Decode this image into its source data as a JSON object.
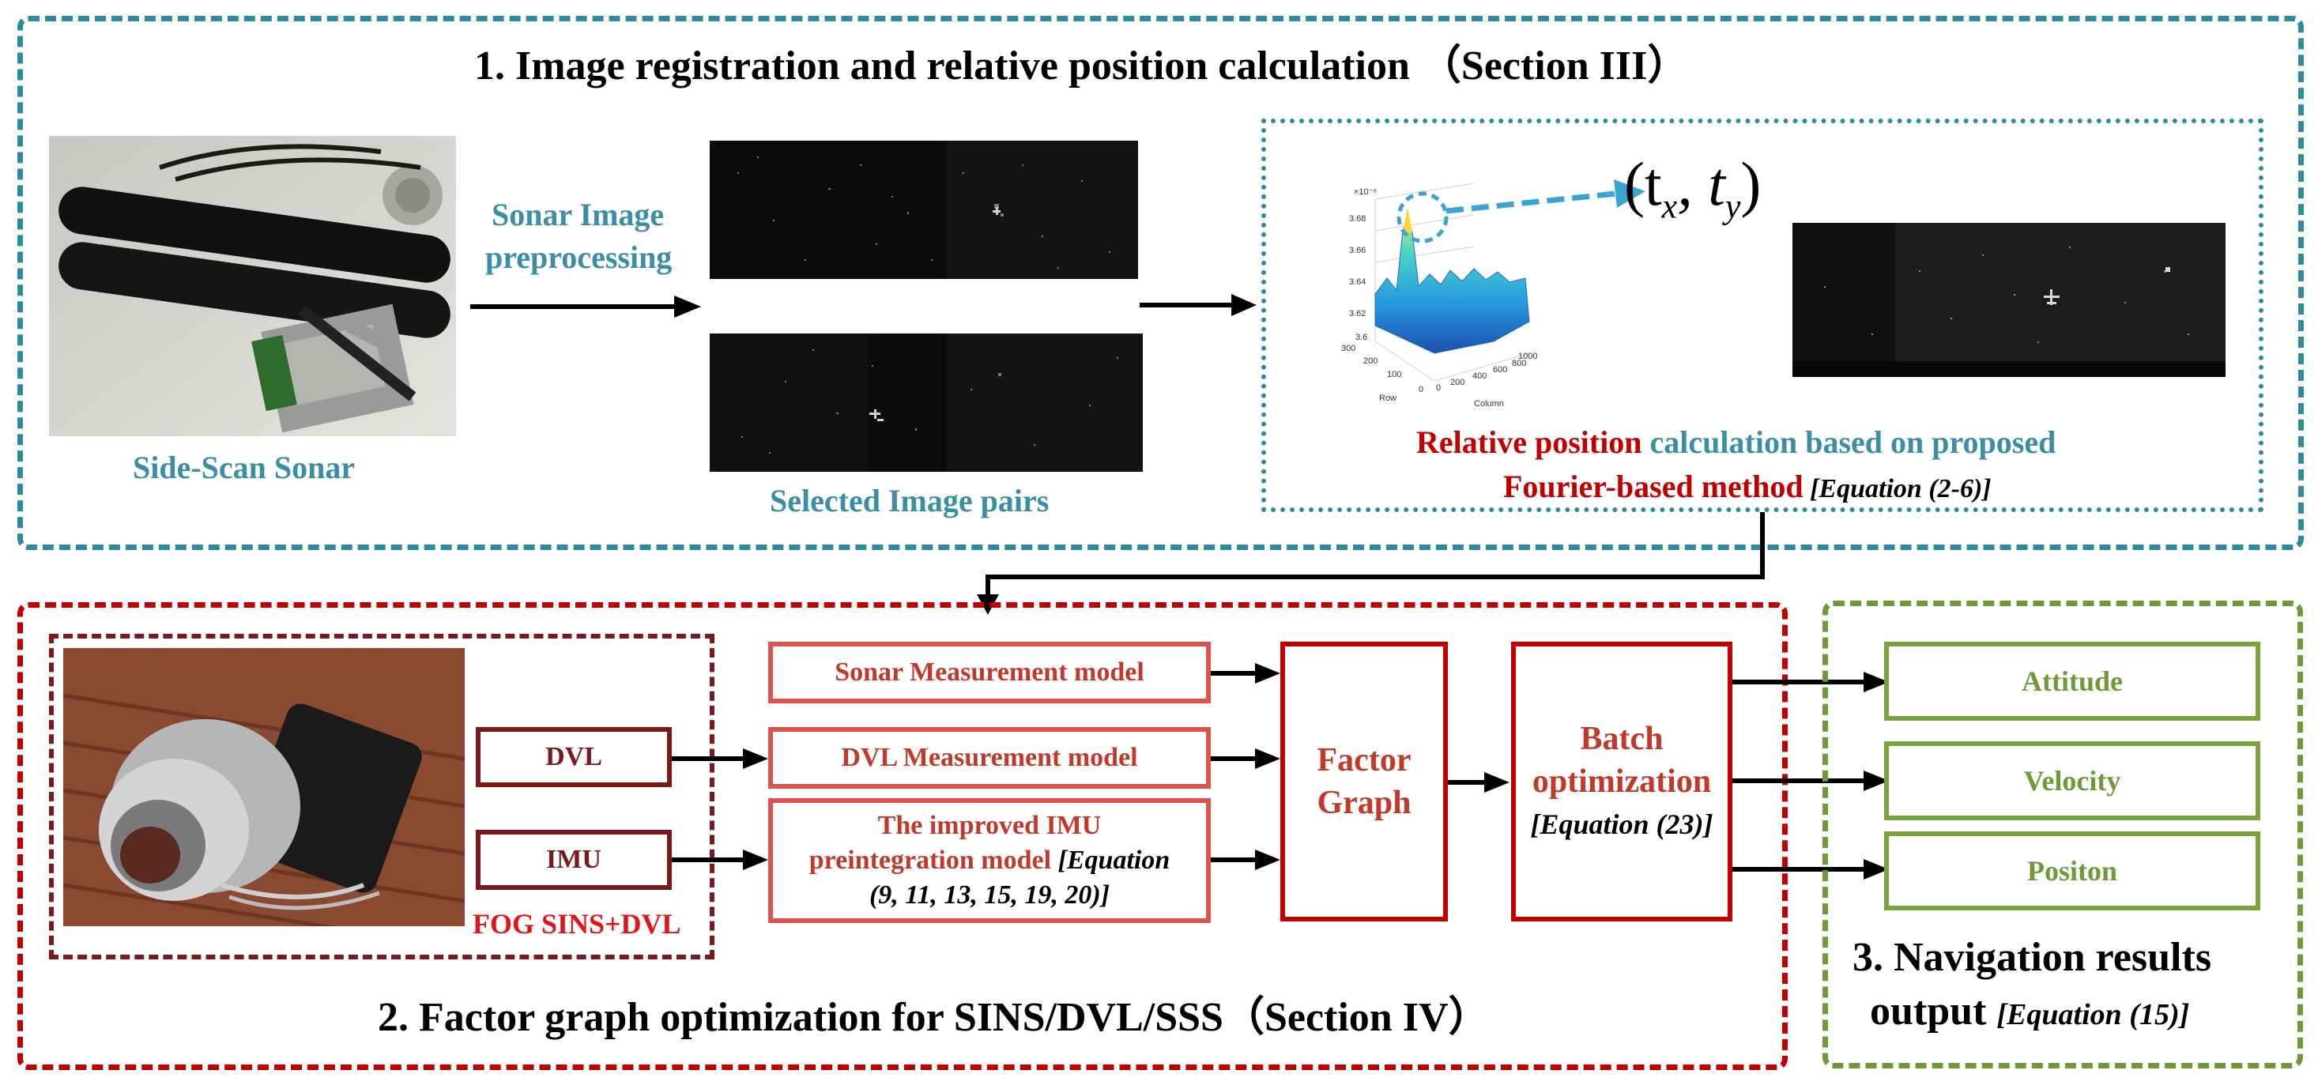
{
  "section1": {
    "title": "1. Image registration and relative position calculation （Section III）",
    "sonar_label": "Side-Scan Sonar",
    "preprocess_label_line1": "Sonar Image",
    "preprocess_label_line2": "preprocessing",
    "pairs_label": "Selected Image pairs",
    "txty": "(t",
    "txty_x": "x",
    "txty_comma": ", t",
    "txty_y": "y",
    "txty_close": ")",
    "relpos_red1": "Relative position",
    "relpos_teal": " calculation based on proposed",
    "relpos_red2": "Fourier-based method",
    "relpos_eq": " [Equation (2-6)]",
    "plot": {
      "scale": "×10⁻⁶",
      "z_ticks": [
        "3.68",
        "3.66",
        "3.64",
        "3.62",
        "3.6"
      ],
      "row_ticks": [
        "300",
        "200",
        "100",
        "0"
      ],
      "col_ticks": [
        "0",
        "200",
        "400",
        "600",
        "800",
        "1000"
      ],
      "row_label": "Row",
      "col_label": "Column"
    }
  },
  "section2": {
    "title": "2. Factor graph optimization for SINS/DVL/SSS（Section IV）",
    "device_label": "FOG SINS+DVL",
    "dvl": "DVL",
    "imu": "IMU",
    "sonar_model": "Sonar Measurement model",
    "dvl_model": "DVL Measurement model",
    "imu_model_line1": "The  improved IMU",
    "imu_model_line2": "preintegration model ",
    "imu_model_eq1": "[Equation",
    "imu_model_eq2": "(9, 11, 13, 15, 19, 20)]",
    "factor_graph_line1": "Factor",
    "factor_graph_line2": "Graph",
    "batch_line1": "Batch",
    "batch_line2": "optimization",
    "batch_eq": "[Equation (23)]"
  },
  "section3": {
    "title_line1": "3. Navigation  results",
    "title_line2": "output  ",
    "title_eq": "[Equation (15)]",
    "outputs": [
      "Attitude",
      "Velocity",
      "Positon"
    ]
  },
  "colors": {
    "teal": "#2e8b9e",
    "red": "#c00000",
    "green": "#6f9a3a",
    "dark_red": "#7b1a1a"
  }
}
